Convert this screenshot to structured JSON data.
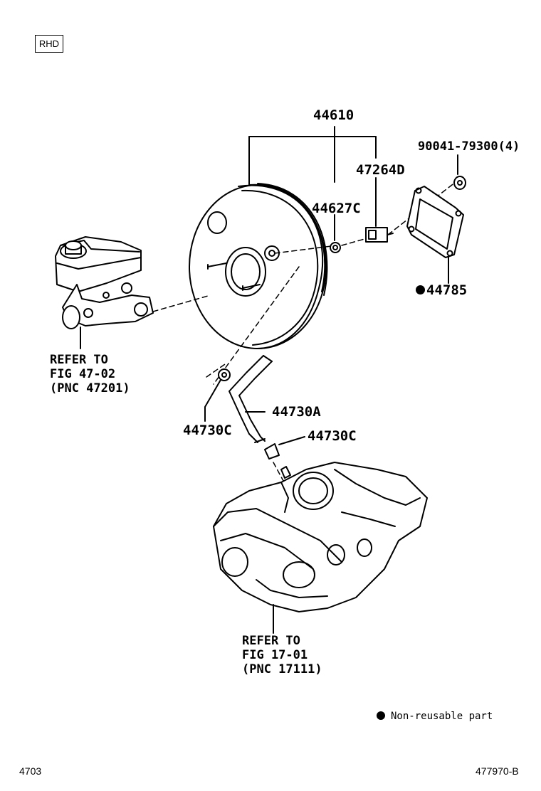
{
  "region_tag": "RHD",
  "labels": {
    "booster_assy": "44610",
    "nut_set": "90041-79300(4)",
    "clevis": "47264D",
    "check_valve": "44627C",
    "gasket": "44785",
    "hose": "44730A",
    "clip_lower_left": "44730C",
    "clip_right": "44730C"
  },
  "refer_master_cyl": {
    "line1": "REFER TO",
    "line2": "FIG 47-02",
    "line3": "(PNC 47201)"
  },
  "refer_manifold": {
    "line1": "REFER TO",
    "line2": "FIG 17-01",
    "line3": "(PNC 17111)"
  },
  "legend": {
    "non_reusable": "Non-reusable part"
  },
  "footer": {
    "fig_number": "4703",
    "drawing_id": "477970-B"
  }
}
